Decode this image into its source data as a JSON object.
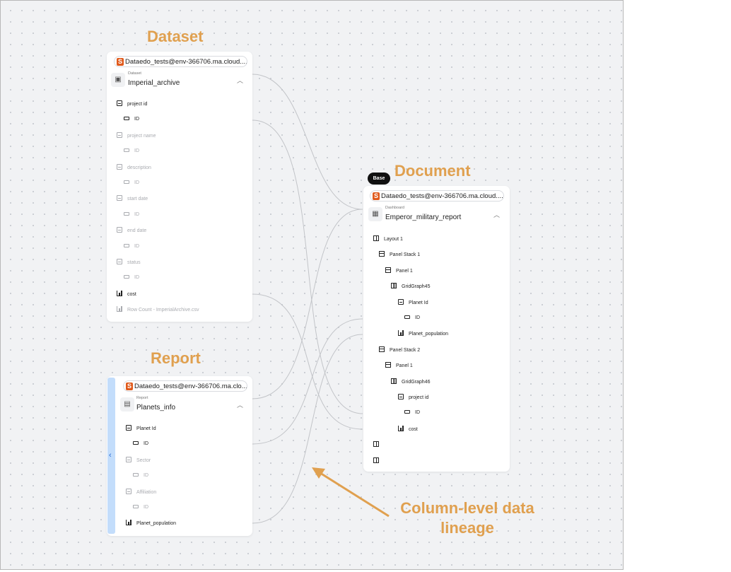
{
  "headings": {
    "dataset": "Dataset",
    "document": "Document",
    "report": "Report",
    "annotation": "Column-level data lineage"
  },
  "colors": {
    "heading": "#e0a04f",
    "source_icon": "#e05a1c",
    "edge": "#c2c4c8",
    "sidebar": "#c3ddfb"
  },
  "dataset_card": {
    "source": "Dataedo_tests@env-366706.ma.cloud....",
    "type": "Dataset",
    "name": "Imperial_archive",
    "rows": [
      {
        "label": "project id",
        "icon": "column-icon",
        "dim": false
      },
      {
        "label": "ID",
        "icon": "key-icon",
        "dim": false
      },
      {
        "label": "project name",
        "icon": "column-icon",
        "dim": true
      },
      {
        "label": "ID",
        "icon": "key-icon",
        "dim": true
      },
      {
        "label": "description",
        "icon": "column-icon",
        "dim": true
      },
      {
        "label": "ID",
        "icon": "key-icon",
        "dim": true
      },
      {
        "label": "start date",
        "icon": "column-icon",
        "dim": true
      },
      {
        "label": "ID",
        "icon": "key-icon",
        "dim": true
      },
      {
        "label": "end date",
        "icon": "column-icon",
        "dim": true
      },
      {
        "label": "ID",
        "icon": "key-icon",
        "dim": true
      },
      {
        "label": "status",
        "icon": "column-icon",
        "dim": true
      },
      {
        "label": "ID",
        "icon": "key-icon",
        "dim": true
      },
      {
        "label": "cost",
        "icon": "measure-icon",
        "dim": false
      },
      {
        "label": "Row Count - ImperialArchive.csv",
        "icon": "measure-icon",
        "dim": true
      }
    ]
  },
  "document_card": {
    "badge": "Base",
    "source": "Dataedo_tests@env-366706.ma.cloud....",
    "type": "Dashboard",
    "name": "Emperor_military_report",
    "rows": [
      {
        "label": "Layout 1",
        "icon": "layout-icon"
      },
      {
        "label": "Panel Stack 1",
        "icon": "panel-stack-icon"
      },
      {
        "label": "Panel 1",
        "icon": "panel-icon"
      },
      {
        "label": "GridGraph45",
        "icon": "grid-graph-icon"
      },
      {
        "label": "Planet Id",
        "icon": "column-icon"
      },
      {
        "label": "ID",
        "icon": "key-icon"
      },
      {
        "label": "Planet_population",
        "icon": "measure-icon"
      },
      {
        "label": "Panel Stack 2",
        "icon": "panel-stack-icon"
      },
      {
        "label": "Panel 1",
        "icon": "panel-icon"
      },
      {
        "label": "GridGraph46",
        "icon": "grid-graph-icon"
      },
      {
        "label": "project id",
        "icon": "column-icon"
      },
      {
        "label": "ID",
        "icon": "key-icon"
      },
      {
        "label": "cost",
        "icon": "measure-icon"
      },
      {
        "label": "",
        "icon": "layout-icon"
      },
      {
        "label": "",
        "icon": "layout-icon"
      }
    ]
  },
  "report_card": {
    "source": "Dataedo_tests@env-366706.ma.clo...",
    "type": "Report",
    "name": "Planets_info",
    "rows": [
      {
        "label": "Planet Id",
        "icon": "column-icon",
        "dim": false
      },
      {
        "label": "ID",
        "icon": "key-icon",
        "dim": false
      },
      {
        "label": "Sector",
        "icon": "column-icon",
        "dim": true
      },
      {
        "label": "ID",
        "icon": "key-icon",
        "dim": true
      },
      {
        "label": "Affiliation",
        "icon": "column-icon",
        "dim": true
      },
      {
        "label": "ID",
        "icon": "key-icon",
        "dim": true
      },
      {
        "label": "Planet_population",
        "icon": "measure-icon",
        "dim": false
      }
    ]
  }
}
